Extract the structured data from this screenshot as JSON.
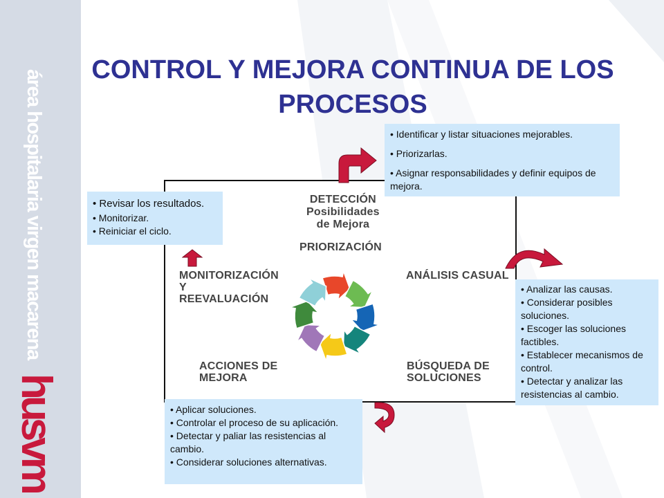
{
  "title": "CONTROL Y MEJORA CONTINUA DE LOS PROCESOS",
  "branding": {
    "sidebar_text": "área hospitalaria virgen macarena",
    "logo_text": "husvm"
  },
  "diagram": {
    "top_label": [
      "DETECCIÓN",
      "Posibilidades",
      "de Mejora"
    ],
    "priorizacion": "PRIORIZACIÓN",
    "analisis": "ANÁLISIS CASUAL",
    "busqueda": [
      "BÚSQUEDA DE",
      "SOLUCIONES"
    ],
    "acciones": [
      "ACCIONES DE",
      "MEJORA"
    ],
    "monitorizacion": [
      "MONITORIZACIÓN",
      "Y",
      "REEVALUACIÓN"
    ],
    "cycle_colors": [
      "#e8472a",
      "#6dbb52",
      "#1565b5",
      "#15857c",
      "#f5c918",
      "#a077b8",
      "#3f8a3c",
      "#8fd0d8"
    ]
  },
  "callouts": {
    "top": [
      "• Identificar y listar situaciones mejorables.",
      "• Priorizarlas.",
      "• Asignar responsabilidades y definir equipos de mejora."
    ],
    "left": [
      "• Revisar los resultados.",
      "• Monitorizar.",
      "• Reiniciar el ciclo."
    ],
    "right": [
      "• Analizar las causas.",
      "• Considerar posibles soluciones.",
      "• Escoger las soluciones factibles.",
      "• Establecer mecanismos de control.",
      "• Detectar y analizar las resistencias al cambio."
    ],
    "bottom": [
      "• Aplicar soluciones.",
      "• Controlar el proceso de su aplicación.",
      "• Detectar y paliar las resistencias al cambio.",
      "• Considerar soluciones alternativas."
    ]
  },
  "colors": {
    "title": "#2e3192",
    "callout_bg": "#cfe8fb",
    "arrow": "#c8193c"
  }
}
